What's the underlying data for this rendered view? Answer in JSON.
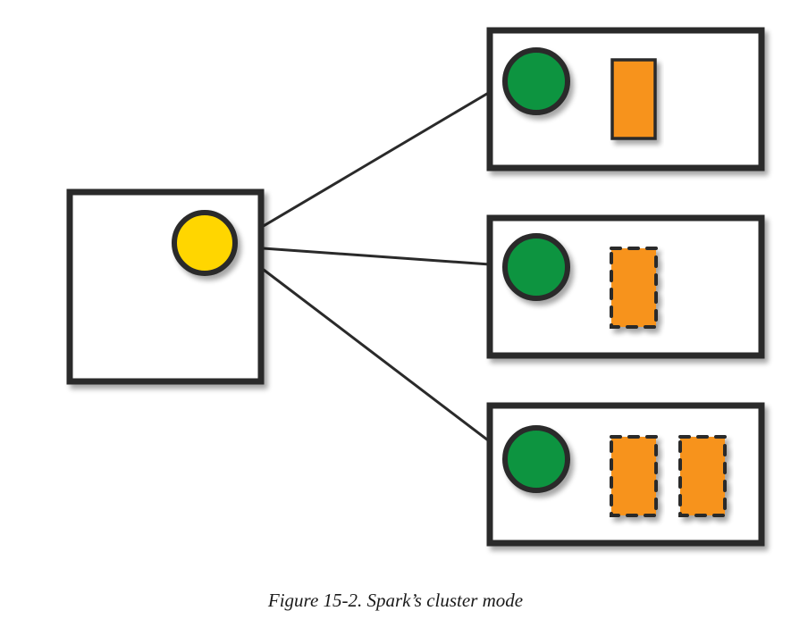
{
  "figure": {
    "caption": "Figure 15-2. Spark’s cluster mode",
    "colors": {
      "outline": "#2a2a2a",
      "box_fill": "#ffffff",
      "driver": "#ffd600",
      "executor": "#0e9440",
      "task": "#f7931e"
    },
    "nodes": [
      {
        "id": "driver-node",
        "role": "driver",
        "tasks": []
      },
      {
        "id": "worker-node-1",
        "role": "executor",
        "tasks": [
          {
            "style": "solid"
          }
        ]
      },
      {
        "id": "worker-node-2",
        "role": "executor",
        "tasks": [
          {
            "style": "dashed"
          }
        ]
      },
      {
        "id": "worker-node-3",
        "role": "executor",
        "tasks": [
          {
            "style": "dashed"
          },
          {
            "style": "dashed"
          }
        ]
      }
    ],
    "edges": [
      {
        "from": "driver",
        "to": "worker-node-1"
      },
      {
        "from": "driver",
        "to": "worker-node-2"
      },
      {
        "from": "driver",
        "to": "worker-node-3"
      }
    ]
  }
}
